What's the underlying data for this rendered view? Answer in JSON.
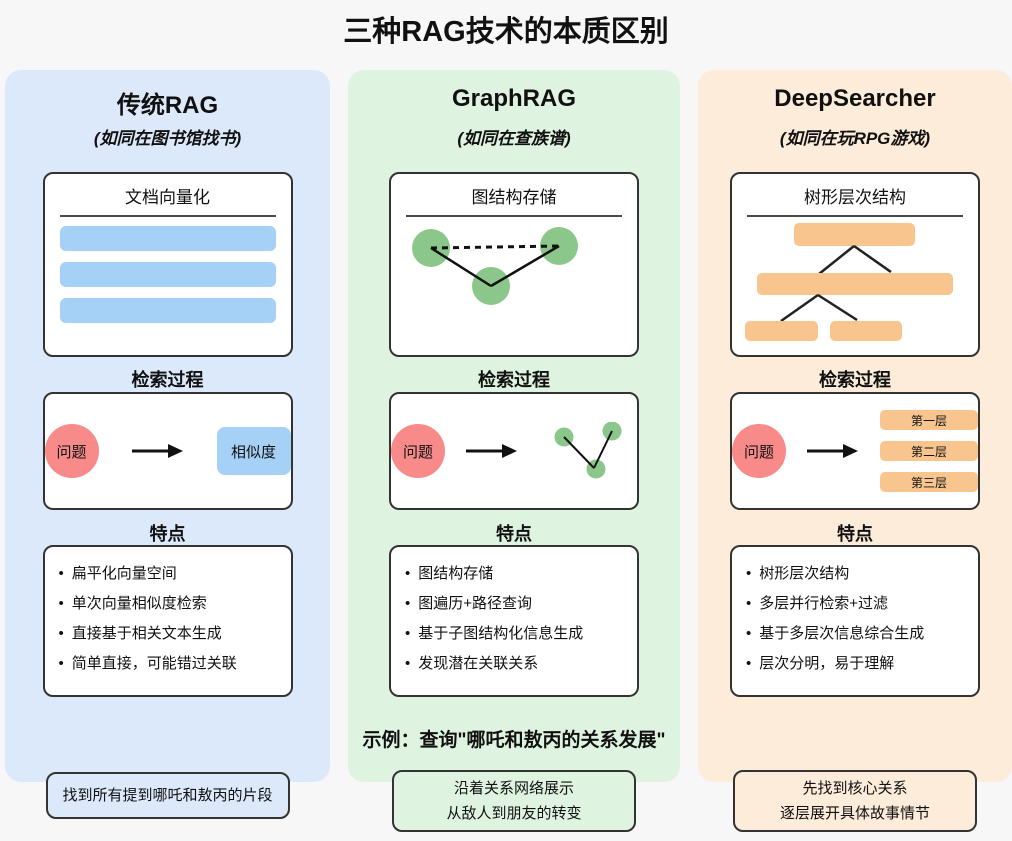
{
  "title": "三种RAG技术的本质区别",
  "colors": {
    "background": "#f7f7f7",
    "panel_blue": "#dbe9fb",
    "panel_green": "#dff4e0",
    "panel_orange": "#fcecd9",
    "accent_blue": "#a5d1f7",
    "accent_green": "#8bc78b",
    "accent_orange": "#f8c58f",
    "question_red": "#f88a8a",
    "box_border": "#333333"
  },
  "sections": {
    "process_label": "检索过程",
    "features_label": "特点"
  },
  "columns": [
    {
      "title": "传统RAG",
      "subtitle": "(如同在图书馆找书)",
      "storage_title": "文档向量化",
      "question_label": "问题",
      "similarity_label": "相似度",
      "features": [
        "扁平化向量空间",
        "单次向量相似度检索",
        "直接基于相关文本生成",
        "简单直接，可能错过关联"
      ],
      "result_lines": [
        "找到所有提到哪吒和敖丙的片段"
      ]
    },
    {
      "title": "GraphRAG",
      "subtitle": "(如同在查族谱)",
      "storage_title": "图结构存储",
      "question_label": "问题",
      "example": "示例：查询\"哪吒和敖丙的关系发展\"",
      "features": [
        "图结构存储",
        "图遍历+路径查询",
        "基于子图结构化信息生成",
        "发现潜在关联关系"
      ],
      "result_lines": [
        "沿着关系网络展示",
        "从敌人到朋友的转变"
      ]
    },
    {
      "title": "DeepSearcher",
      "subtitle": "(如同在玩RPG游戏)",
      "storage_title": "树形层次结构",
      "question_label": "问题",
      "layer_labels": [
        "第一层",
        "第二层",
        "第三层"
      ],
      "features": [
        "树形层次结构",
        "多层并行检索+过滤",
        "基于多层次信息综合生成",
        "层次分明，易于理解"
      ],
      "result_lines": [
        "先找到核心关系",
        "逐层展开具体故事情节"
      ]
    }
  ]
}
